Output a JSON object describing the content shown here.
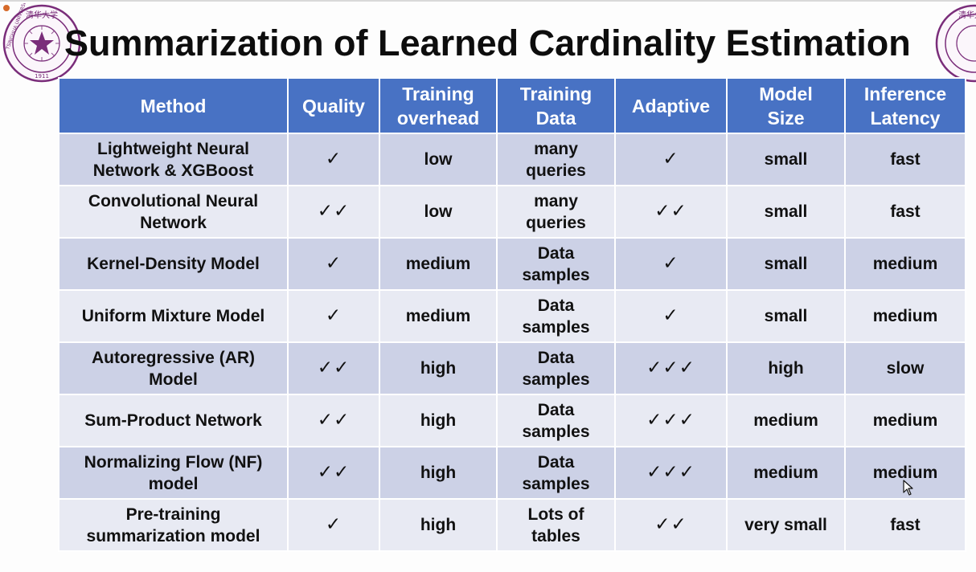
{
  "slide": {
    "title": "Summarization of Learned Cardinality Estimation"
  },
  "logos": {
    "left": "tsinghua-university-seal",
    "right": "tsinghua-university-seal",
    "seal_text": "清华大学",
    "seal_side_text": "TSINGHUA UNIVERSITY",
    "seal_year": "1911"
  },
  "table": {
    "headers": [
      {
        "lines": [
          "Method"
        ]
      },
      {
        "lines": [
          "Quality"
        ]
      },
      {
        "lines": [
          "Training",
          "overhead"
        ]
      },
      {
        "lines": [
          "Training",
          "Data"
        ]
      },
      {
        "lines": [
          "Adaptive"
        ]
      },
      {
        "lines": [
          "Model",
          "Size"
        ]
      },
      {
        "lines": [
          "Inference",
          "Latency"
        ]
      }
    ],
    "rows": [
      {
        "method": [
          "Lightweight Neural",
          "Network & XGBoost"
        ],
        "quality": "✓",
        "overhead": "low",
        "data": [
          "many",
          "queries"
        ],
        "adaptive": "✓",
        "size": "small",
        "latency": "fast"
      },
      {
        "method": [
          "Convolutional Neural",
          "Network"
        ],
        "quality": "✓✓",
        "overhead": "low",
        "data": [
          "many",
          "queries"
        ],
        "adaptive": "✓✓",
        "size": "small",
        "latency": "fast"
      },
      {
        "method": [
          "Kernel-Density Model"
        ],
        "quality": "✓",
        "overhead": "medium",
        "data": [
          "Data",
          "samples"
        ],
        "adaptive": "✓",
        "size": "small",
        "latency": "medium"
      },
      {
        "method": [
          "Uniform Mixture Model"
        ],
        "quality": "✓",
        "overhead": "medium",
        "data": [
          "Data",
          "samples"
        ],
        "adaptive": "✓",
        "size": "small",
        "latency": "medium"
      },
      {
        "method": [
          "Autoregressive (AR)",
          "Model"
        ],
        "quality": "✓✓",
        "overhead": "high",
        "data": [
          "Data",
          "samples"
        ],
        "adaptive": "✓✓✓",
        "size": "high",
        "latency": "slow"
      },
      {
        "method": [
          "Sum-Product Network"
        ],
        "quality": "✓✓",
        "overhead": "high",
        "data": [
          "Data",
          "samples"
        ],
        "adaptive": "✓✓✓",
        "size": "medium",
        "latency": "medium"
      },
      {
        "method": [
          "Normalizing Flow (NF)",
          "model"
        ],
        "quality": "✓✓",
        "overhead": "high",
        "data": [
          "Data",
          "samples"
        ],
        "adaptive": "✓✓✓",
        "size": "medium",
        "latency": "medium"
      },
      {
        "method": [
          "Pre-training",
          "summarization model"
        ],
        "quality": "✓",
        "overhead": "high",
        "data": [
          "Lots of",
          "tables"
        ],
        "adaptive": "✓✓",
        "size": "very small",
        "latency": "fast"
      }
    ]
  },
  "colors": {
    "header_bg": "#4872c4",
    "header_text": "#ffffff",
    "row_dark": "#ccd1e6",
    "row_light": "#e8eaf3",
    "seal_purple": "#7a2d7a"
  },
  "icons": {
    "check": "check-mark-icon",
    "cursor": "mouse-pointer-icon"
  }
}
